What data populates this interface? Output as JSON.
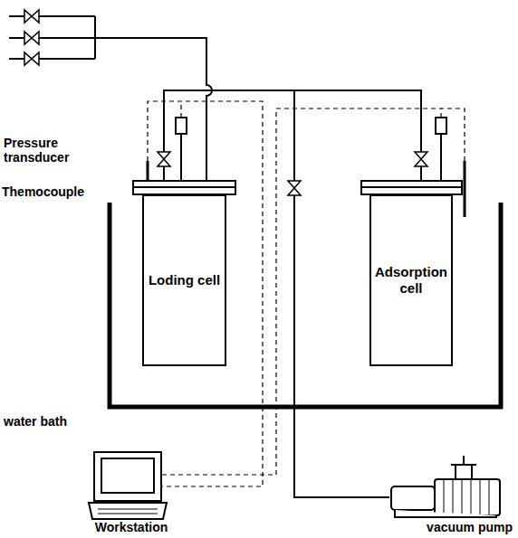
{
  "diagram": {
    "nodes": [
      {
        "text": [
          "Loding cell"
        ]
      },
      {
        "text": [
          "Adsorption cell"
        ]
      },
      {
        "text": [
          "Workstation"
        ]
      },
      {
        "text": [
          "vacuum pump"
        ]
      }
    ],
    "edges": [
      {
        "from": 0,
        "to": 1,
        "arrow": "none"
      },
      {
        "from": 3,
        "to": 0,
        "arrow": "none"
      },
      {
        "from": 3,
        "to": 1,
        "arrow": "none"
      }
    ],
    "labels": [
      "Pressure transducer",
      "Themocouple",
      "water bath"
    ]
  }
}
